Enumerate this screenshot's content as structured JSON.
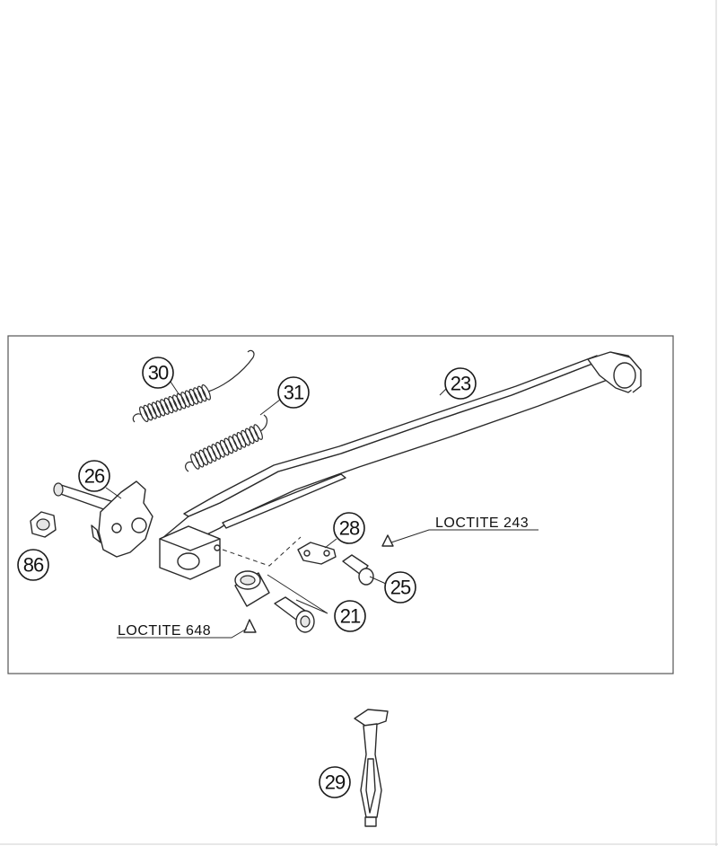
{
  "callouts": {
    "p21": "21",
    "p23": "23",
    "p25": "25",
    "p26": "26",
    "p28": "28",
    "p29": "29",
    "p30": "30",
    "p31": "31",
    "p86": "86"
  },
  "notes": {
    "loctite_243": "LOCTITE 243",
    "loctite_648": "LOCTITE 648"
  },
  "colors": {
    "line": "#2a2a2a",
    "background": "#ffffff"
  }
}
